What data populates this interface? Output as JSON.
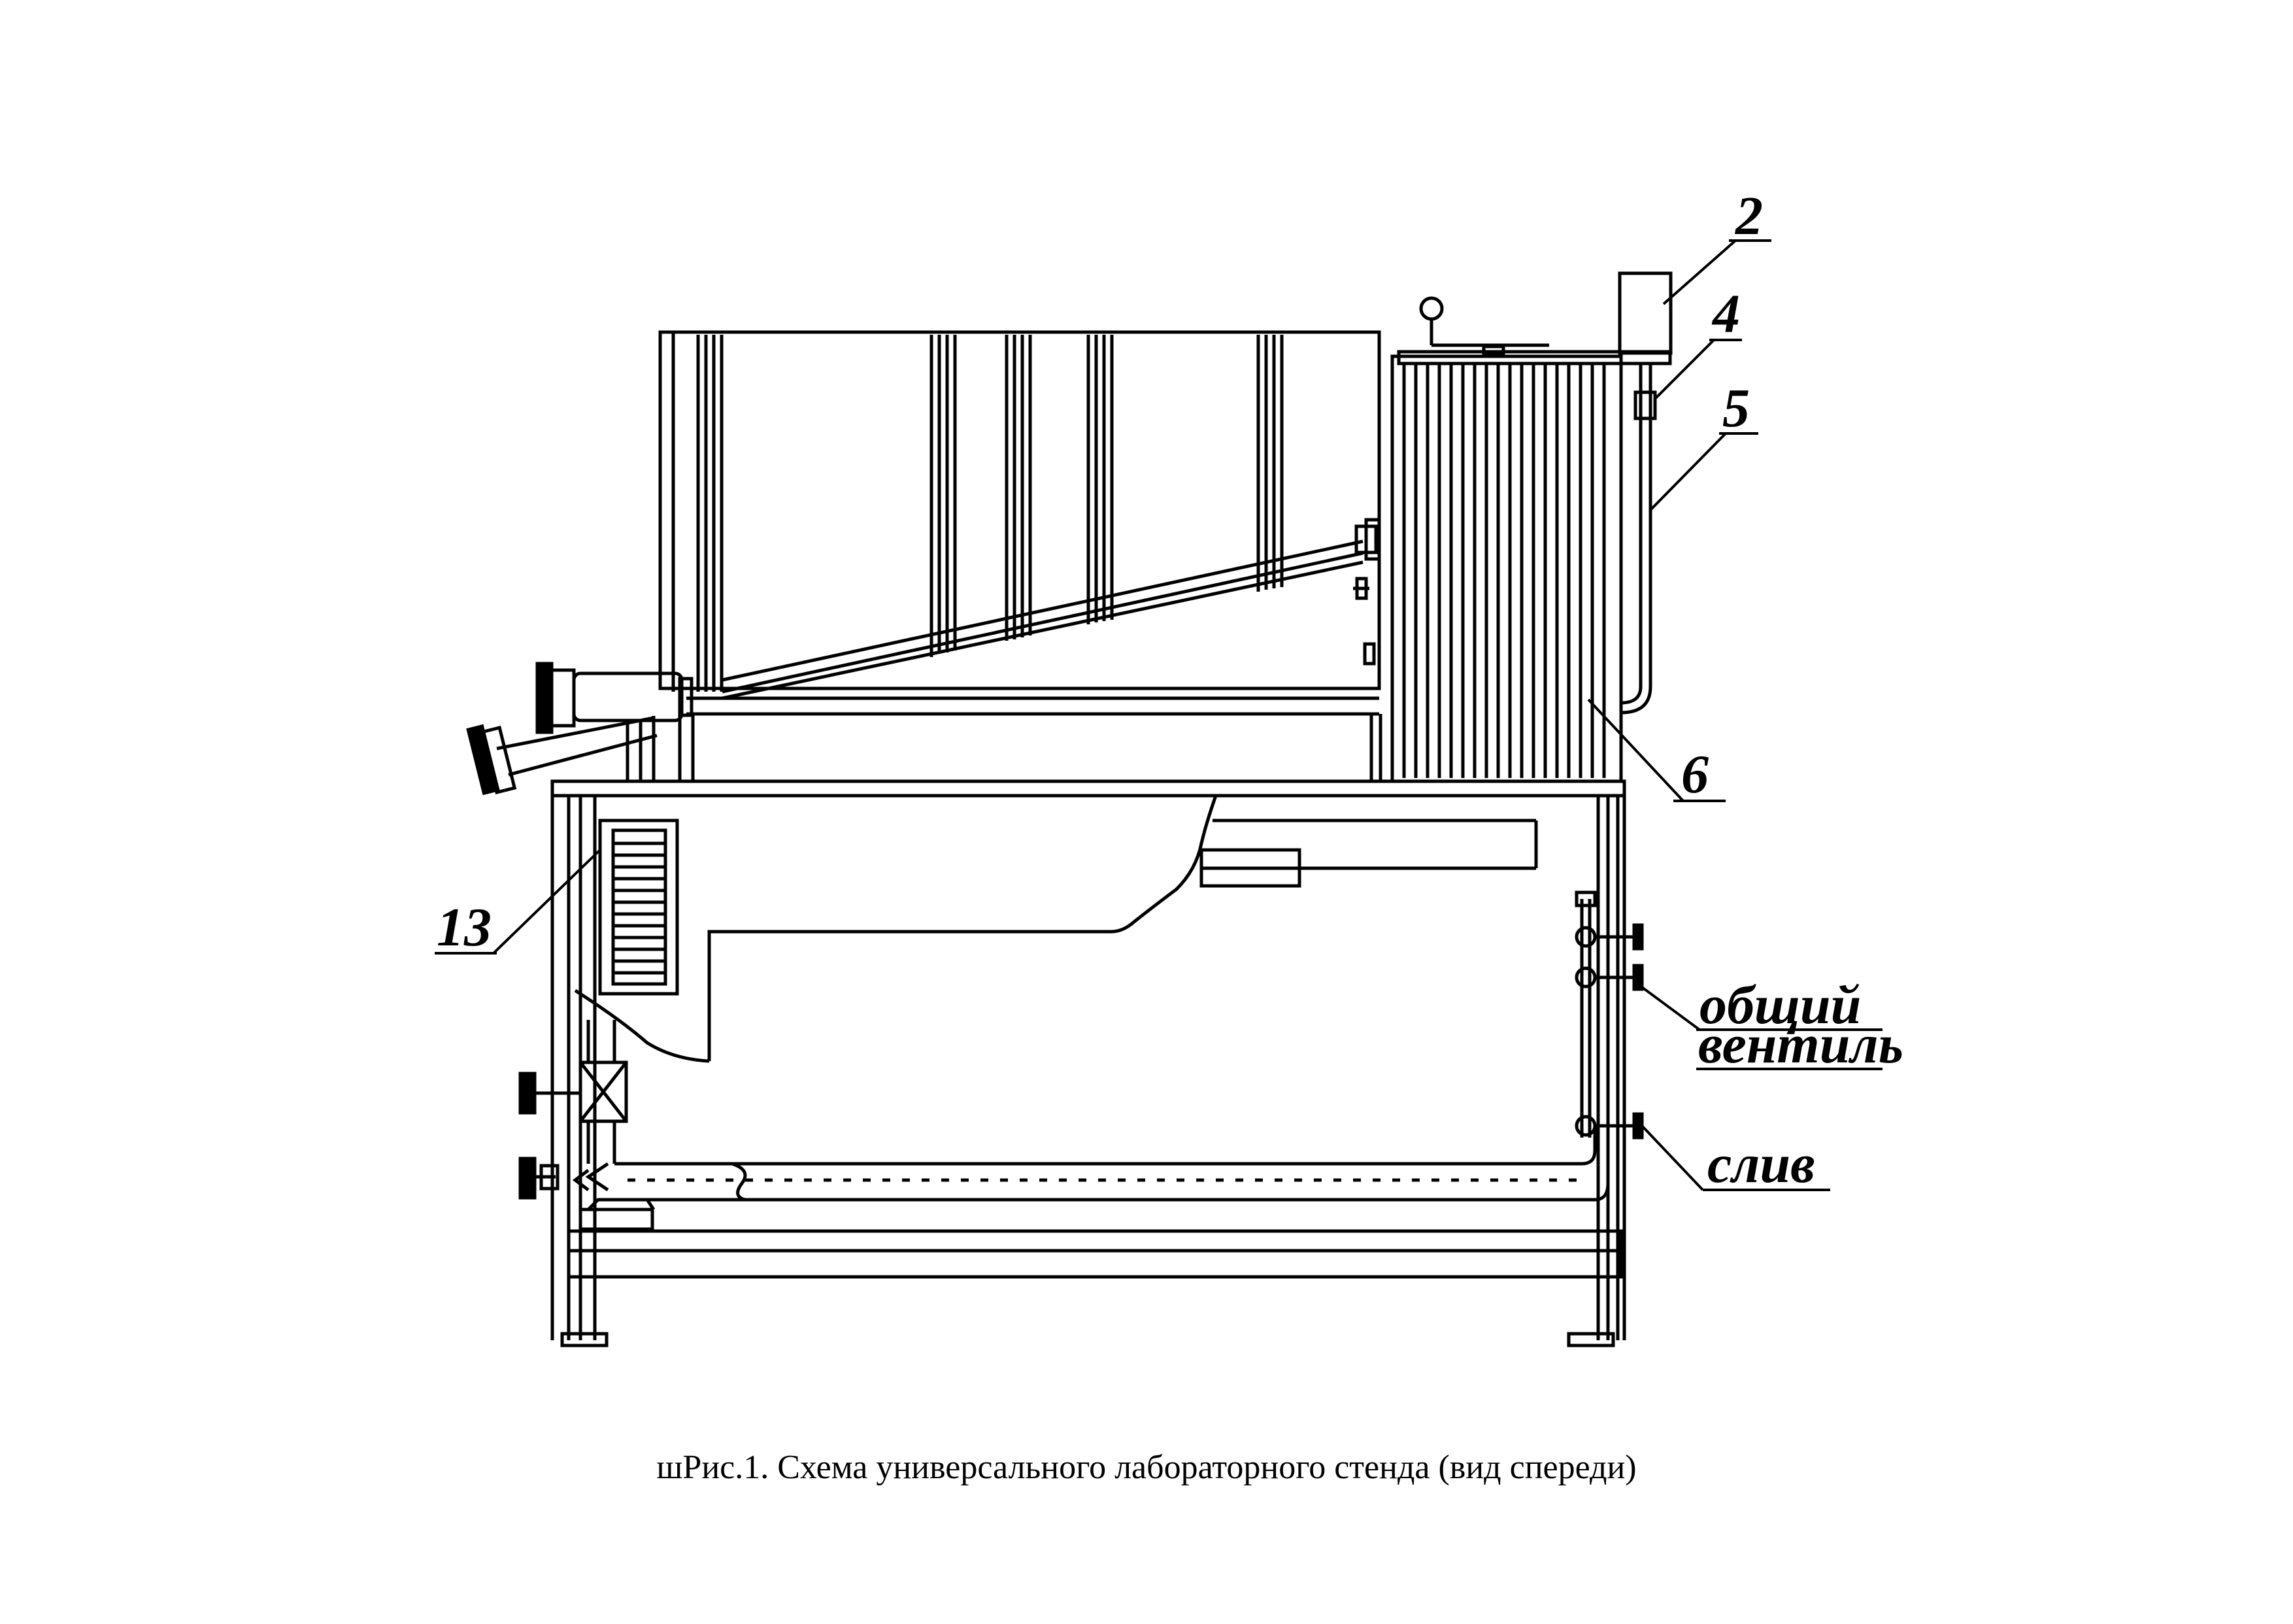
{
  "labels": {
    "l2": "2",
    "l4": "4",
    "l5": "5",
    "l6": "6",
    "l13": "13",
    "main_valve_line1": "общий",
    "main_valve_line2": "вентиль",
    "drain": "слив"
  },
  "caption": "шРис.1. Схема универсального лабораторного стенда (вид спереди)",
  "line_color": "#000000"
}
